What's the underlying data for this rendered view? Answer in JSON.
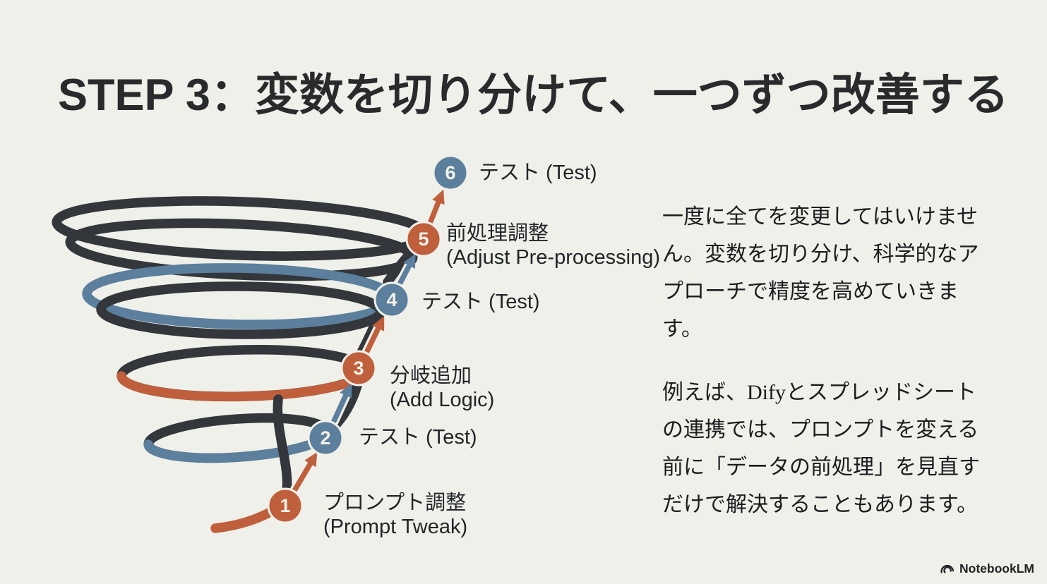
{
  "slide": {
    "title": "STEP 3：変数を切り分けて、一つずつ改善する",
    "background_color": "#EFF0E9"
  },
  "palette": {
    "orange": "#BF5F3C",
    "blue": "#5B7F9C",
    "dark": "#33363A",
    "text_dark": "#1B1C1E",
    "node_number_text": "#F3F0E7"
  },
  "diagram": {
    "type": "spiral-steps",
    "steps": [
      {
        "num": "1",
        "color": "orange",
        "label_line1": "プロンプト調整",
        "label_line2": "(Prompt Tweak)"
      },
      {
        "num": "2",
        "color": "blue",
        "label_line1": "テスト (Test)",
        "label_line2": ""
      },
      {
        "num": "3",
        "color": "orange",
        "label_line1": "分岐追加",
        "label_line2": "(Add Logic)"
      },
      {
        "num": "4",
        "color": "blue",
        "label_line1": "テスト (Test)",
        "label_line2": ""
      },
      {
        "num": "5",
        "color": "orange",
        "label_line1": "前処理調整",
        "label_line2": "(Adjust Pre-processing)"
      },
      {
        "num": "6",
        "color": "blue",
        "label_line1": "テスト (Test)",
        "label_line2": ""
      }
    ]
  },
  "body_text": {
    "paragraph_1": "一度に全てを変更してはいけません。変数を切り分け、科学的なアプローチで精度を高めていきます。",
    "paragraph_2": "例えば、Difyとスプレッドシートの連携では、プロンプトを変える前に「データの前処理」を見直すだけで解決することもあります。"
  },
  "footer": {
    "brand": "NotebookLM",
    "logo_icon": "notebooklm-arcs-icon"
  }
}
